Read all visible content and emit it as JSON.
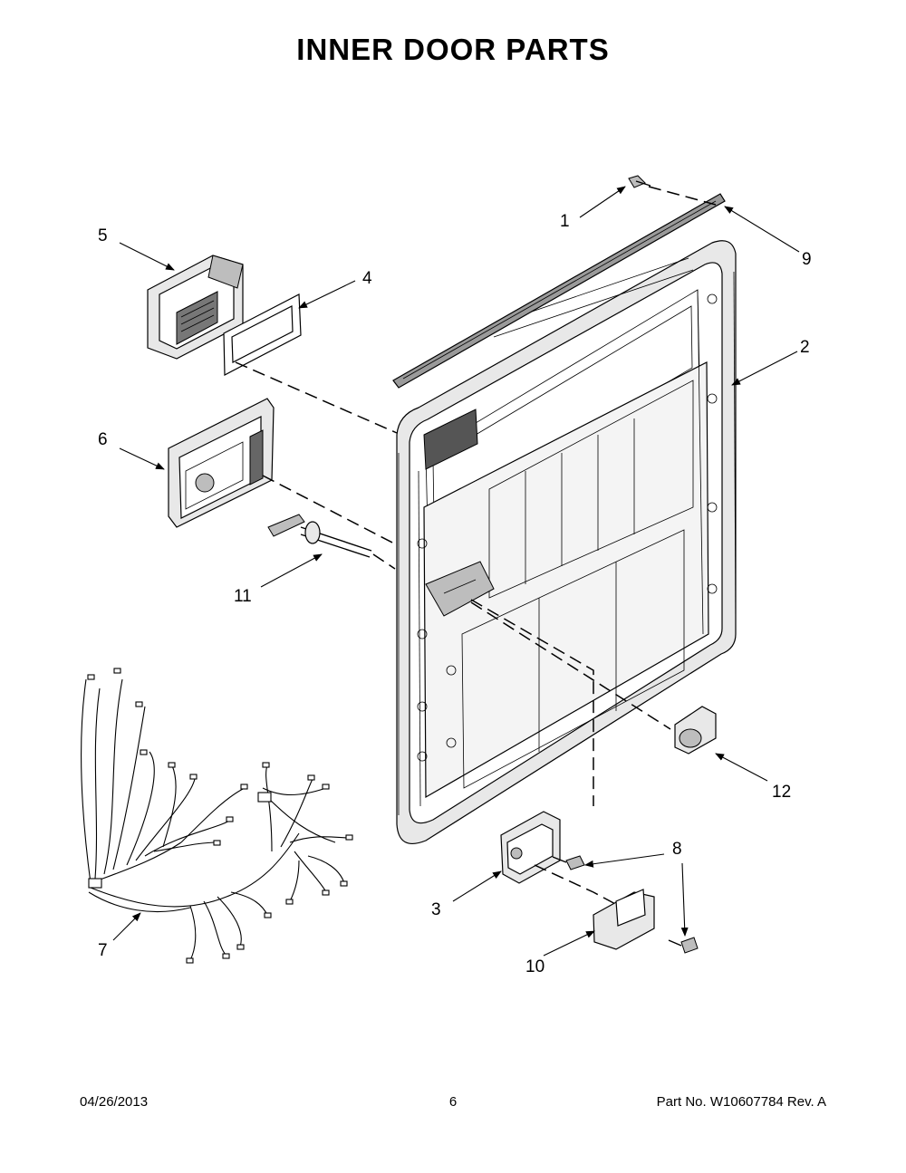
{
  "title": "INNER DOOR PARTS",
  "callouts": [
    "1",
    "2",
    "3",
    "4",
    "5",
    "6",
    "7",
    "8",
    "9",
    "10",
    "11",
    "12"
  ],
  "footer": {
    "date": "04/26/2013",
    "page": "6",
    "part_no": "Part No.  W10607784  Rev.  A"
  }
}
